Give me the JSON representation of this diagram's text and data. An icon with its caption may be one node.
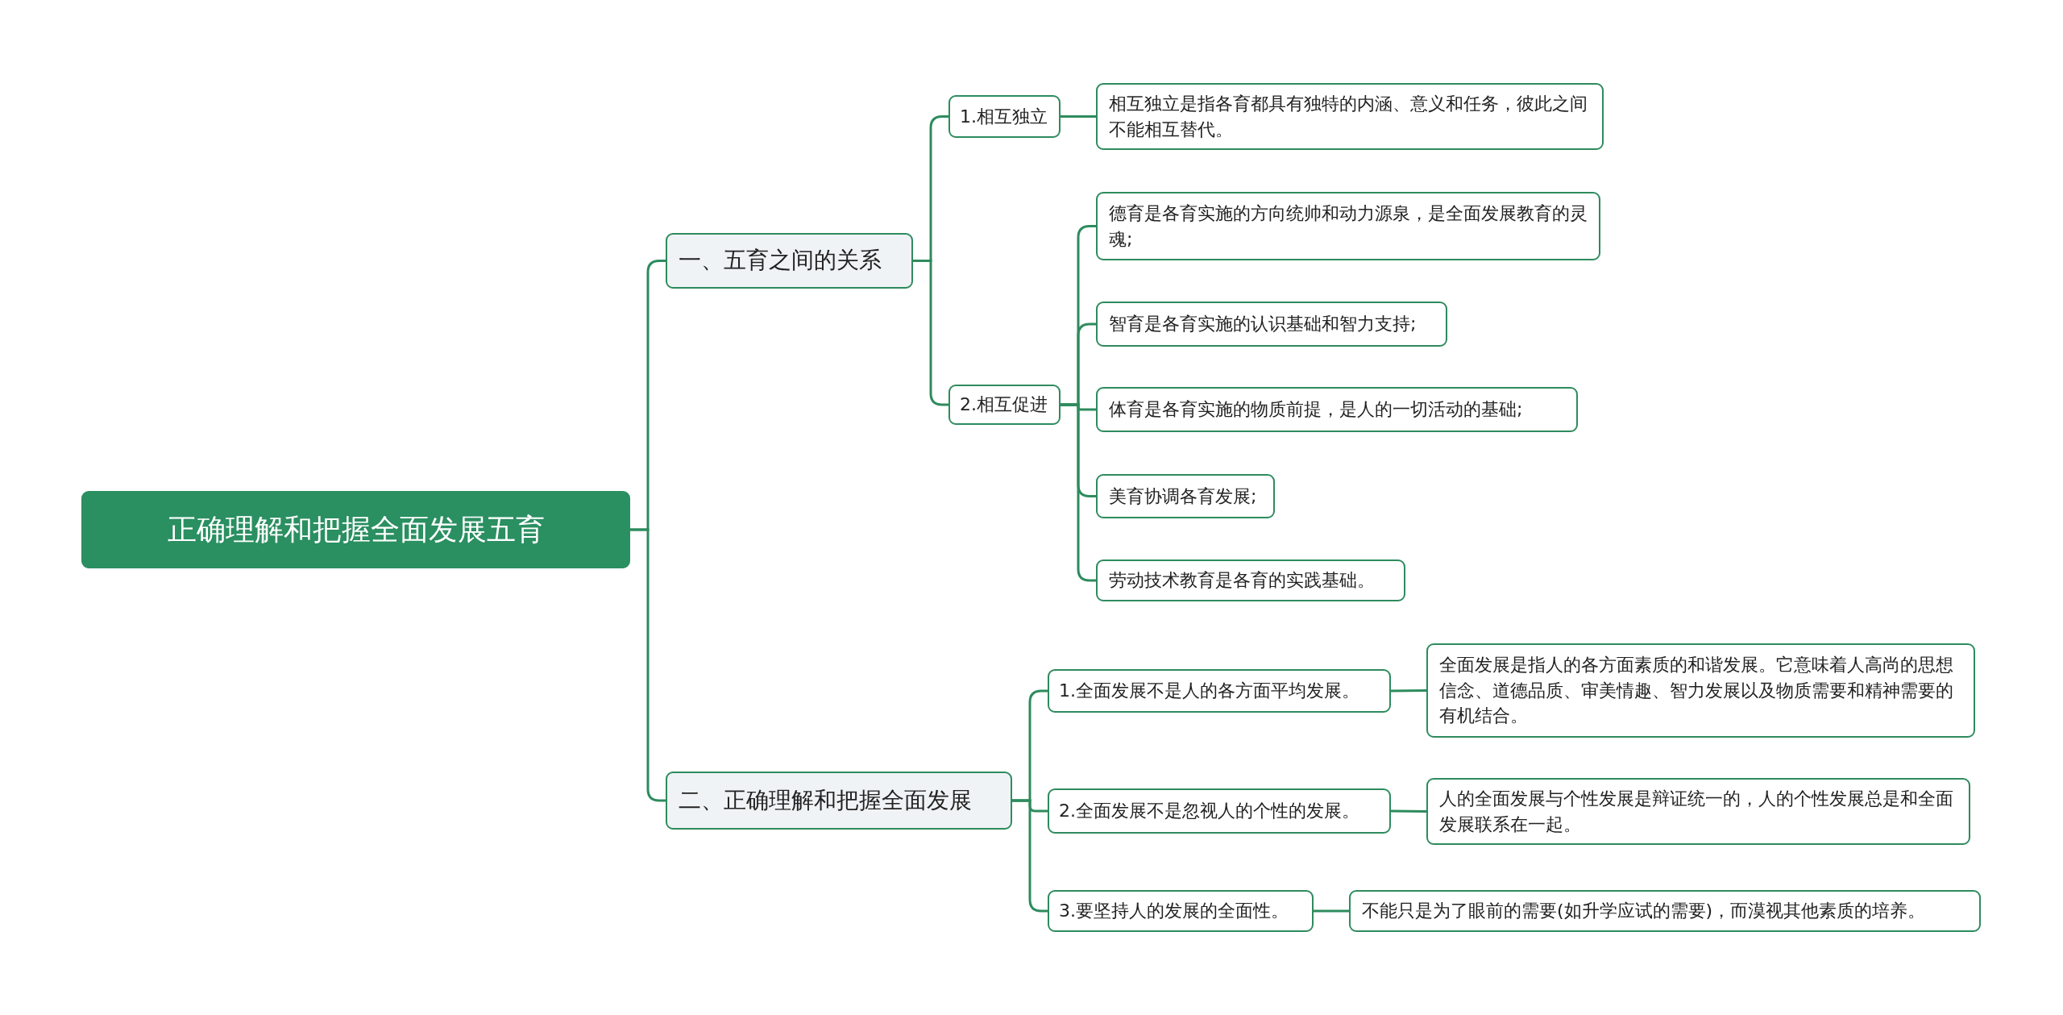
{
  "diagram": {
    "nodes": [
      {
        "text": [
          "正确理解和把握全面发展五育"
        ]
      },
      {
        "text": [
          "一、五育之间的关系"
        ]
      },
      {
        "text": [
          "1.相互独立"
        ]
      },
      {
        "text": [
          "相互独立是指各育都具有独特的内涵、意义和任务，彼此之间不能相互替代。"
        ]
      },
      {
        "text": [
          "2.相互促进"
        ]
      },
      {
        "text": [
          "德育是各育实施的方向统帅和动力源泉，是全面发展教育的灵魂;"
        ]
      },
      {
        "text": [
          "智育是各育实施的认识基础和智力支持;"
        ]
      },
      {
        "text": [
          "体育是各育实施的物质前提，是人的一切活动的基础;"
        ]
      },
      {
        "text": [
          "美育协调各育发展;"
        ]
      },
      {
        "text": [
          "劳动技术教育是各育的实践基础。"
        ]
      },
      {
        "text": [
          "二、正确理解和把握全面发展"
        ]
      },
      {
        "text": [
          "1.全面发展不是人的各方面平均发展。"
        ]
      },
      {
        "text": [
          "全面发展是指人的各方面素质的和谐发展。它意味着人高尚的思想信念、道德品质、审美情趣、智力发展以及物质需要和精神需要的有机结合。"
        ]
      },
      {
        "text": [
          "2.全面发展不是忽视人的个性的发展。"
        ]
      },
      {
        "text": [
          "人的全面发展与个性发展是辩证统一的，人的个性发展总是和全面发展联系在一起。"
        ]
      },
      {
        "text": [
          "3.要坚持人的发展的全面性。"
        ]
      },
      {
        "text": [
          "不能只是为了眼前的需要(如升学应试的需要)，而漠视其他素质的培养。"
        ]
      }
    ],
    "edges": [
      {
        "from": 0,
        "to": 1,
        "arrow": "none"
      },
      {
        "from": 1,
        "to": 2,
        "arrow": "none"
      },
      {
        "from": 2,
        "to": 3,
        "arrow": "none"
      },
      {
        "from": 1,
        "to": 4,
        "arrow": "none"
      },
      {
        "from": 4,
        "to": 5,
        "arrow": "none"
      },
      {
        "from": 4,
        "to": 6,
        "arrow": "none"
      },
      {
        "from": 4,
        "to": 7,
        "arrow": "none"
      },
      {
        "from": 4,
        "to": 8,
        "arrow": "none"
      },
      {
        "from": 4,
        "to": 9,
        "arrow": "none"
      },
      {
        "from": 0,
        "to": 10,
        "arrow": "none"
      },
      {
        "from": 10,
        "to": 11,
        "arrow": "none"
      },
      {
        "from": 11,
        "to": 12,
        "arrow": "none"
      },
      {
        "from": 10,
        "to": 13,
        "arrow": "none"
      },
      {
        "from": 13,
        "to": 14,
        "arrow": "none"
      },
      {
        "from": 10,
        "to": 15,
        "arrow": "none"
      },
      {
        "from": 15,
        "to": 16,
        "arrow": "none"
      }
    ]
  }
}
